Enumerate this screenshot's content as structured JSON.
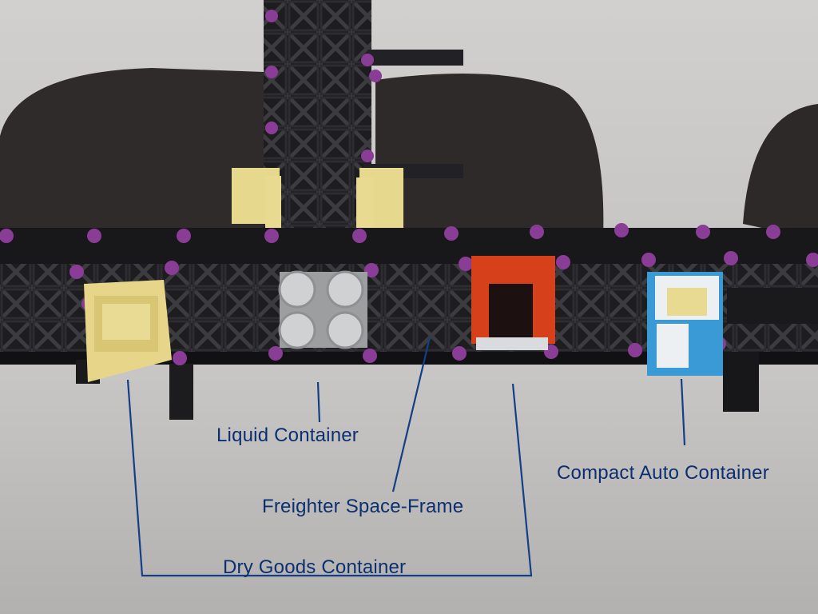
{
  "labels": {
    "liquid_container": "Liquid Container",
    "freighter_space_frame": "Freighter Space-Frame",
    "dry_goods_container": "Dry Goods Container",
    "compact_auto_container": "Compact Auto Container"
  },
  "colors": {
    "label_text": "#0b2f6f",
    "leader_lines": "#123f86",
    "frame_black": "#1b1b1d",
    "connector_purple": "#8a3d96",
    "dry_goods_tan": "#e8d78a",
    "liquid_gray": "#c9cbcc",
    "freighter_red": "#d8421d",
    "auto_blue": "#3a9ad6"
  }
}
